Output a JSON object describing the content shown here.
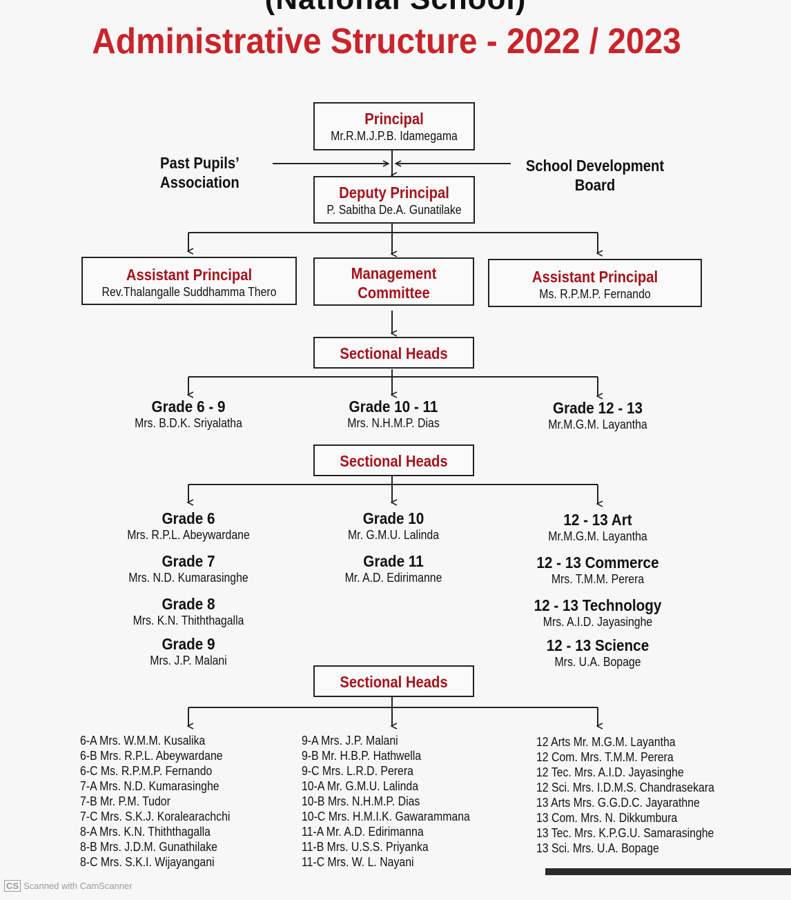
{
  "header": {
    "cut_text": "(National School)",
    "title": "Administrative Structure - 2022 / 2023"
  },
  "principal": {
    "title": "Principal",
    "name": "Mr.R.M.J.P.B. Idamegama"
  },
  "past_pupils": {
    "line1": "Past Pupils’",
    "line2": "Association"
  },
  "sdb": {
    "line1": "School Development",
    "line2": "Board"
  },
  "deputy": {
    "title": "Deputy Principal",
    "name": "P. Sabitha De.A. Gunatilake"
  },
  "ap_left": {
    "title": "Assistant Principal",
    "name": "Rev.Thalangalle Suddhamma Thero"
  },
  "mgmt": {
    "line1": "Management",
    "line2": "Committee"
  },
  "ap_right": {
    "title": "Assistant Principal",
    "name": "Ms. R.P.M.P. Fernando"
  },
  "sectional_1": "Sectional Heads",
  "sectional_2": "Sectional Heads",
  "sectional_3": "Sectional Heads",
  "grade_groups": [
    {
      "title": "Grade 6 - 9",
      "name": "Mrs. B.D.K. Sriyalatha"
    },
    {
      "title": "Grade 10 - 11",
      "name": "Mrs. N.H.M.P. Dias"
    },
    {
      "title": "Grade 12 - 13",
      "name": "Mr.M.G.M. Layantha"
    }
  ],
  "col_left": [
    {
      "title": "Grade 6",
      "name": "Mrs. R.P.L. Abeywardane"
    },
    {
      "title": "Grade 7",
      "name": "Mrs. N.D. Kumarasinghe"
    },
    {
      "title": "Grade 8",
      "name": "Mrs. K.N. Thiththagalla"
    },
    {
      "title": "Grade 9",
      "name": "Mrs. J.P. Malani"
    }
  ],
  "col_mid": [
    {
      "title": "Grade 10",
      "name": "Mr. G.M.U. Lalinda"
    },
    {
      "title": "Grade 11",
      "name": "Mr. A.D. Edirimanne"
    }
  ],
  "col_right": [
    {
      "title": "12 - 13 Art",
      "name": "Mr.M.G.M. Layantha"
    },
    {
      "title": "12 - 13 Commerce",
      "name": "Mrs. T.M.M. Perera"
    },
    {
      "title": "12 - 13 Technology",
      "name": "Mrs. A.I.D. Jayasinghe"
    },
    {
      "title": "12 - 13 Science",
      "name": "Mrs. U.A. Bopage"
    }
  ],
  "classes_left": [
    "6-A Mrs. W.M.M. Kusalika",
    "6-B Mrs. R.P.L. Abeywardane",
    "6-C Ms. R.P.M.P. Fernando",
    "7-A Mrs. N.D. Kumarasinghe",
    "7-B Mr. P.M. Tudor",
    "7-C Mrs. S.K.J. Koralearachchi",
    "8-A Mrs. K.N. Thiththagalla",
    "8-B Mrs. J.D.M. Gunathilake",
    "8-C Mrs. S.K.I. Wijayangani"
  ],
  "classes_mid": [
    "9-A Mrs. J.P. Malani",
    "9-B Mr. H.B.P. Hathwella",
    "9-C Mrs. L.R.D. Perera",
    "10-A Mr. G.M.U. Lalinda",
    "10-B Mrs. N.H.M.P. Dias",
    "10-C Mrs. H.M.I.K. Gawarammana",
    "11-A Mr. A.D. Edirimanna",
    "11-B Mrs. U.S.S. Priyanka",
    "11-C Mrs. W. L. Nayani"
  ],
  "classes_right": [
    "12 Arts Mr. M.G.M. Layantha",
    "12 Com. Mrs. T.M.M. Perera",
    "12 Tec. Mrs. A.I.D. Jayasinghe",
    "12 Sci. Mrs. I.D.M.S. Chandrasekara",
    "13 Arts Mrs. G.G.D.C. Jayarathne",
    "13 Com. Mrs. N. Dikkumbura",
    "13 Tec. Mrs. K.P.G.U. Samarasinghe",
    "13 Sci. Mrs. U.A. Bopage"
  ],
  "footer": {
    "logo": "CS",
    "text": "Scanned with CamScanner"
  },
  "colors": {
    "title_red": "#c8242b",
    "box_red": "#a3141c",
    "line": "#222222"
  }
}
